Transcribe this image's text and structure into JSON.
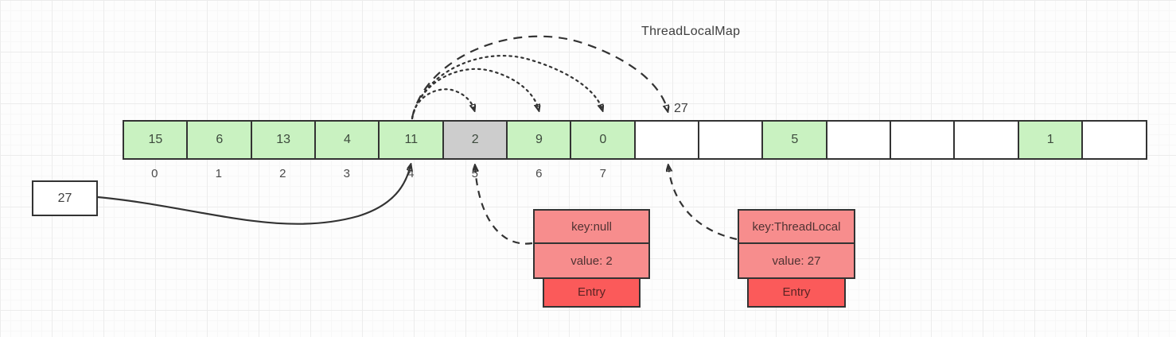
{
  "title": "ThreadLocalMap",
  "array": {
    "cells": [
      {
        "value": "15",
        "state": "green"
      },
      {
        "value": "6",
        "state": "green"
      },
      {
        "value": "13",
        "state": "green"
      },
      {
        "value": "4",
        "state": "green"
      },
      {
        "value": "11",
        "state": "green"
      },
      {
        "value": "2",
        "state": "gray"
      },
      {
        "value": "9",
        "state": "green"
      },
      {
        "value": "0",
        "state": "green"
      },
      {
        "value": "",
        "state": "white"
      },
      {
        "value": "",
        "state": "white"
      },
      {
        "value": "5",
        "state": "green"
      },
      {
        "value": "",
        "state": "white"
      },
      {
        "value": "",
        "state": "white"
      },
      {
        "value": "",
        "state": "white"
      },
      {
        "value": "1",
        "state": "green"
      },
      {
        "value": "",
        "state": "white"
      }
    ],
    "index_labels": [
      "0",
      "1",
      "2",
      "3",
      "4",
      "5",
      "6",
      "7"
    ],
    "slot8_annotation": "27"
  },
  "value_box": {
    "label": "27"
  },
  "entries": [
    {
      "key": "key:null",
      "value": "value: 2",
      "footer": "Entry"
    },
    {
      "key": "key:ThreadLocal",
      "value": "value: 27",
      "footer": "Entry"
    }
  ],
  "colors": {
    "cell_green": "#c9f2c1",
    "cell_gray": "#cdcdcd",
    "cell_white": "#ffffff",
    "entry_light": "#f78d8d",
    "entry_dark": "#fb5a5a",
    "line": "#333333",
    "grid_major": "#ececec",
    "grid_minor": "#f7f7f7"
  }
}
